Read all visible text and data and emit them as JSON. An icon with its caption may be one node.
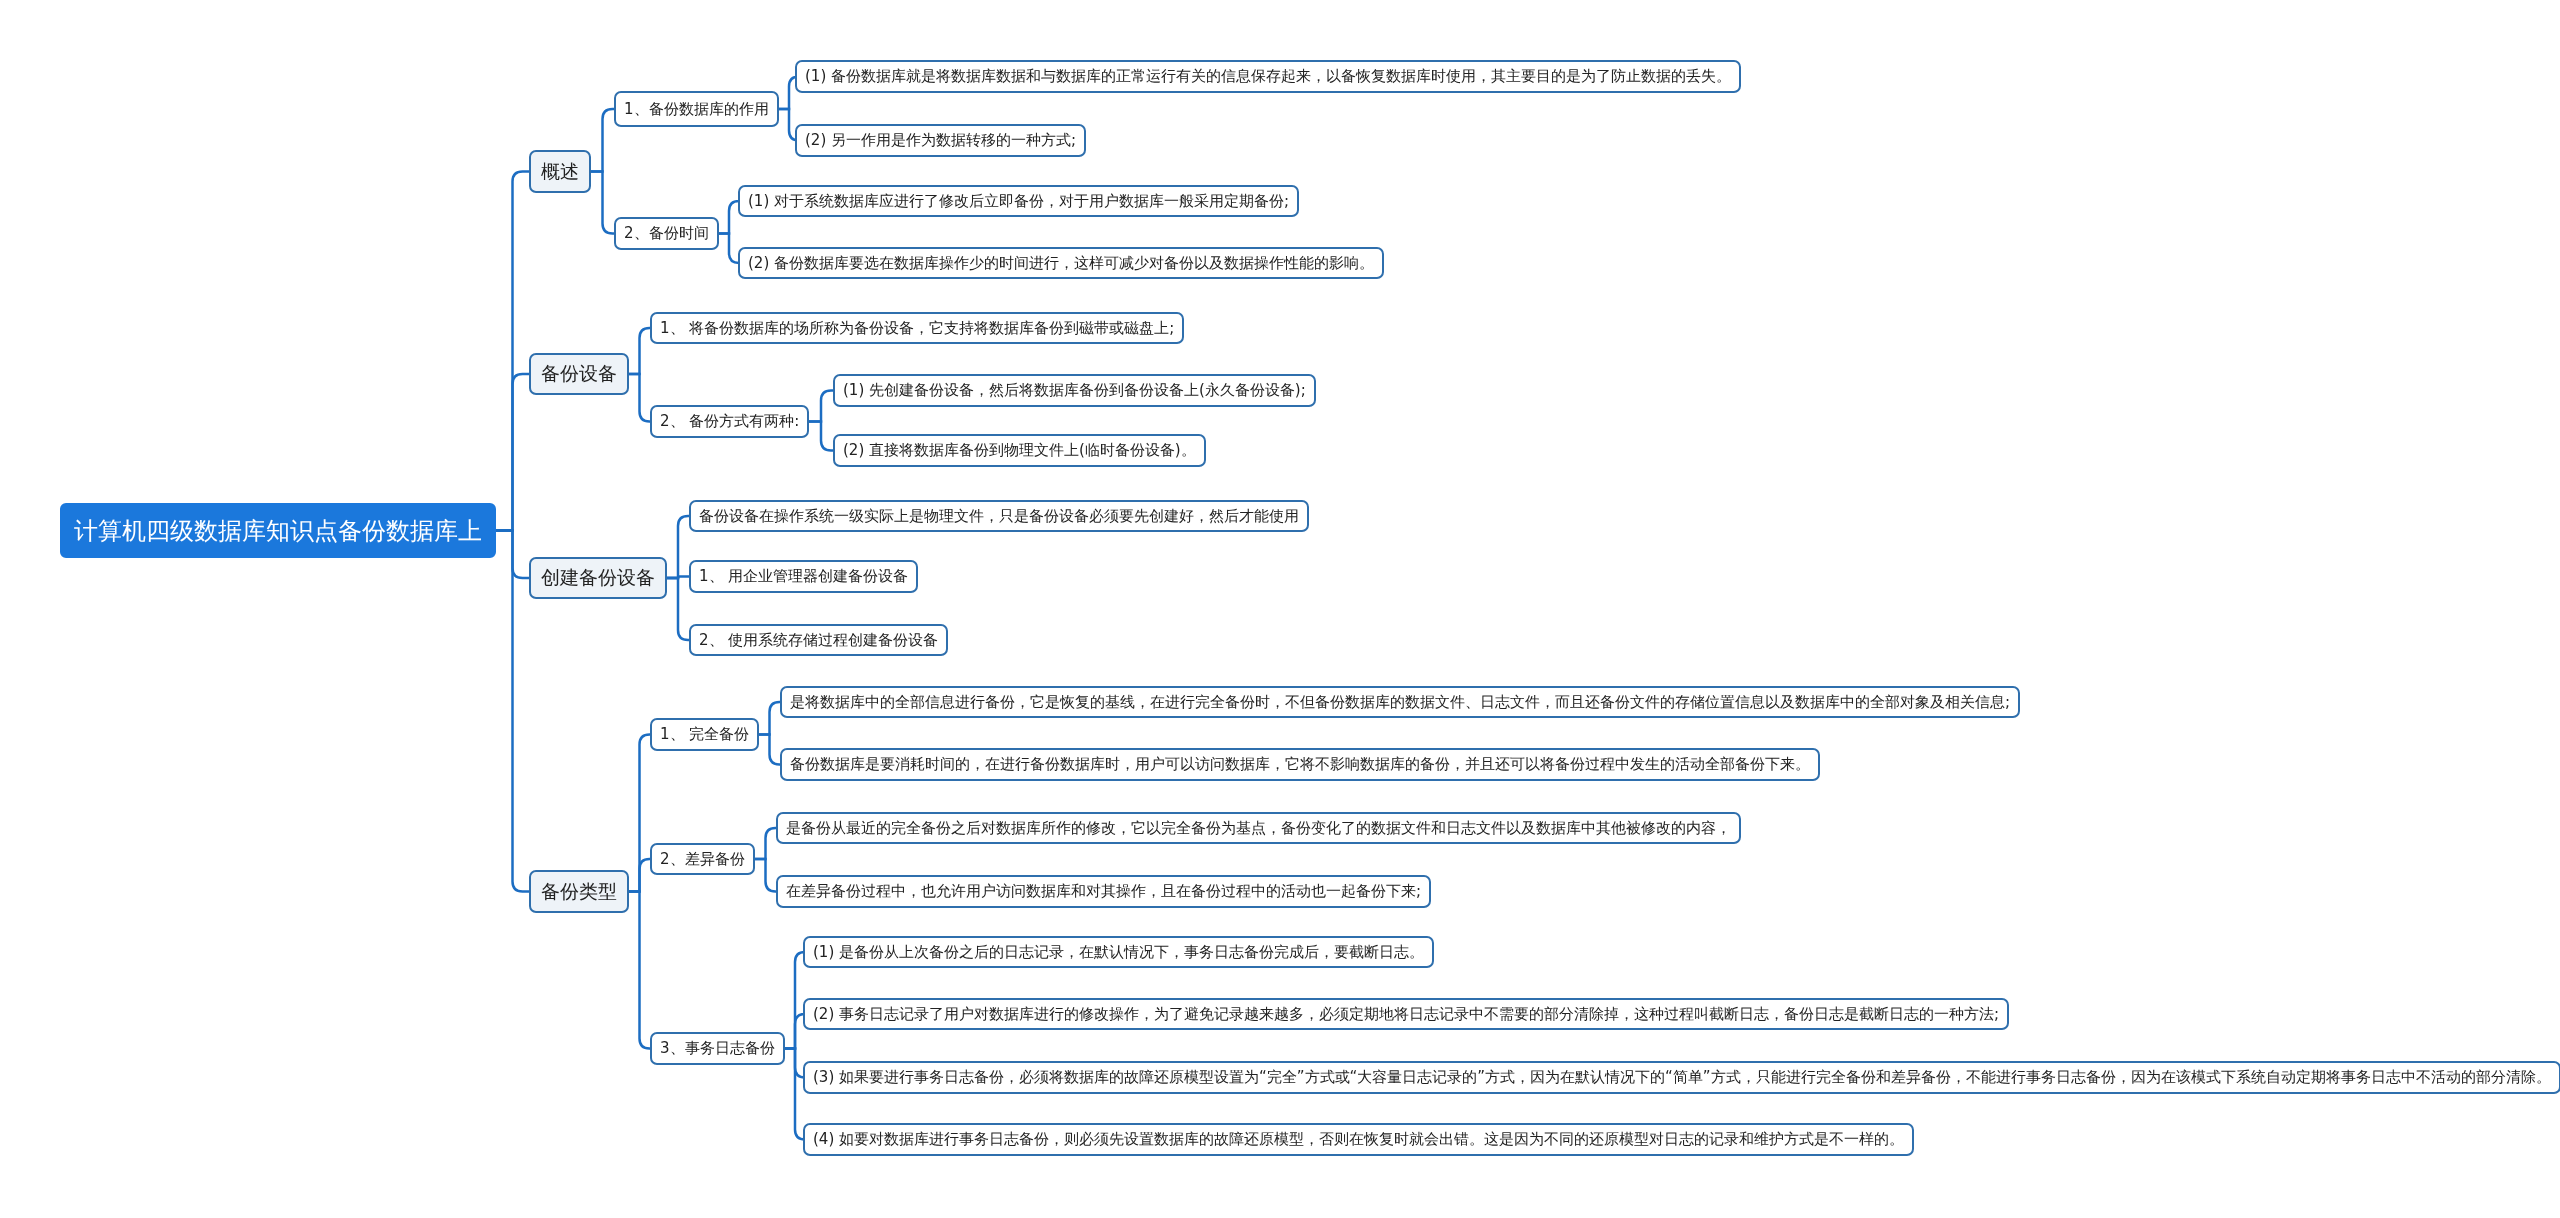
{
  "diagram": {
    "nodes": [
      {
        "text": [
          "计算机四级数据库知识点备份数据库上"
        ]
      },
      {
        "text": [
          "概述"
        ]
      },
      {
        "text": [
          "1、备份数据库的作用"
        ]
      },
      {
        "text": [
          "(1) 备份数据库就是将数据库数据和与数据库的正常运行有关的信息保存起来，以备恢复数据库时使用，其主要目的是为了防止数据的丢失。"
        ]
      },
      {
        "text": [
          "(2) 另一作用是作为数据转移的一种方式;"
        ]
      },
      {
        "text": [
          "2、备份时间"
        ]
      },
      {
        "text": [
          "(1) 对于系统数据库应进行了修改后立即备份，对于用户数据库一般采用定期备份;"
        ]
      },
      {
        "text": [
          "(2) 备份数据库要选在数据库操作少的时间进行，这样可减少对备份以及数据操作性能的影响。"
        ]
      },
      {
        "text": [
          "备份设备"
        ]
      },
      {
        "text": [
          "1、 将备份数据库的场所称为备份设备，它支持将数据库备份到磁带或磁盘上;"
        ]
      },
      {
        "text": [
          "2、 备份方式有两种:"
        ]
      },
      {
        "text": [
          "(1) 先创建备份设备，然后将数据库备份到备份设备上(永久备份设备);"
        ]
      },
      {
        "text": [
          "(2) 直接将数据库备份到物理文件上(临时备份设备)。"
        ]
      },
      {
        "text": [
          "创建备份设备"
        ]
      },
      {
        "text": [
          "备份设备在操作系统一级实际上是物理文件，只是备份设备必须要先创建好，然后才能使用"
        ]
      },
      {
        "text": [
          "1、 用企业管理器创建备份设备"
        ]
      },
      {
        "text": [
          "2、 使用系统存储过程创建备份设备"
        ]
      },
      {
        "text": [
          "备份类型"
        ]
      },
      {
        "text": [
          "1、 完全备份"
        ]
      },
      {
        "text": [
          "是将数据库中的全部信息进行备份，它是恢复的基线，在进行完全备份时，不但备份数据库的数据文件、日志文件，而且还备份文件的存储位置信息以及数据库中的全部对象及相关信息;"
        ]
      },
      {
        "text": [
          "备份数据库是要消耗时间的，在进行备份数据库时，用户可以访问数据库，它将不影响数据库的备份，并且还可以将备份过程中发生的活动全部备份下来。"
        ]
      },
      {
        "text": [
          "2、差异备份"
        ]
      },
      {
        "text": [
          "是备份从最近的完全备份之后对数据库所作的修改，它以完全备份为基点，备份变化了的数据文件和日志文件以及数据库中其他被修改的内容，"
        ]
      },
      {
        "text": [
          "在差异备份过程中，也允许用户访问数据库和对其操作，且在备份过程中的活动也一起备份下来;"
        ]
      },
      {
        "text": [
          "3、事务日志备份"
        ]
      },
      {
        "text": [
          "(1) 是备份从上次备份之后的日志记录，在默认情况下，事务日志备份完成后，要截断日志。"
        ]
      },
      {
        "text": [
          "(2) 事务日志记录了用户对数据库进行的修改操作，为了避免记录越来越多，必须定期地将日志记录中不需要的部分清除掉，这种过程叫截断日志，备份日志是截断日志的一种方法;"
        ]
      },
      {
        "text": [
          "(3) 如果要进行事务日志备份，必须将数据库的故障还原模型设置为“完全”方式或“大容量日志记录的”方式，因为在默认情况下的“简单”方式，只能进行完全备份和差异备份，不能进行事务日志备份，因为在该模式下系统自动定期将事务日志中不活动的部分清除。"
        ]
      },
      {
        "text": [
          "(4) 如要对数据库进行事务日志备份，则必须先设置数据库的故障还原模型，否则在恢复时就会出错。这是因为不同的还原模型对日志的记录和维护方式是不一样的。"
        ]
      }
    ],
    "edges": [
      {
        "from": 0,
        "to": 1,
        "arrow": "none"
      },
      {
        "from": 1,
        "to": 2,
        "arrow": "none"
      },
      {
        "from": 2,
        "to": 3,
        "arrow": "none"
      },
      {
        "from": 2,
        "to": 4,
        "arrow": "none"
      },
      {
        "from": 1,
        "to": 5,
        "arrow": "none"
      },
      {
        "from": 5,
        "to": 6,
        "arrow": "none"
      },
      {
        "from": 5,
        "to": 7,
        "arrow": "none"
      },
      {
        "from": 0,
        "to": 8,
        "arrow": "none"
      },
      {
        "from": 8,
        "to": 9,
        "arrow": "none"
      },
      {
        "from": 8,
        "to": 10,
        "arrow": "none"
      },
      {
        "from": 10,
        "to": 11,
        "arrow": "none"
      },
      {
        "from": 10,
        "to": 12,
        "arrow": "none"
      },
      {
        "from": 0,
        "to": 13,
        "arrow": "none"
      },
      {
        "from": 13,
        "to": 14,
        "arrow": "none"
      },
      {
        "from": 13,
        "to": 15,
        "arrow": "none"
      },
      {
        "from": 13,
        "to": 16,
        "arrow": "none"
      },
      {
        "from": 0,
        "to": 17,
        "arrow": "none"
      },
      {
        "from": 17,
        "to": 18,
        "arrow": "none"
      },
      {
        "from": 18,
        "to": 19,
        "arrow": "none"
      },
      {
        "from": 18,
        "to": 20,
        "arrow": "none"
      },
      {
        "from": 17,
        "to": 21,
        "arrow": "none"
      },
      {
        "from": 21,
        "to": 22,
        "arrow": "none"
      },
      {
        "from": 21,
        "to": 23,
        "arrow": "none"
      },
      {
        "from": 17,
        "to": 24,
        "arrow": "none"
      },
      {
        "from": 24,
        "to": 25,
        "arrow": "none"
      },
      {
        "from": 24,
        "to": 26,
        "arrow": "none"
      },
      {
        "from": 24,
        "to": 27,
        "arrow": "none"
      },
      {
        "from": 24,
        "to": 28,
        "arrow": "none"
      }
    ]
  }
}
